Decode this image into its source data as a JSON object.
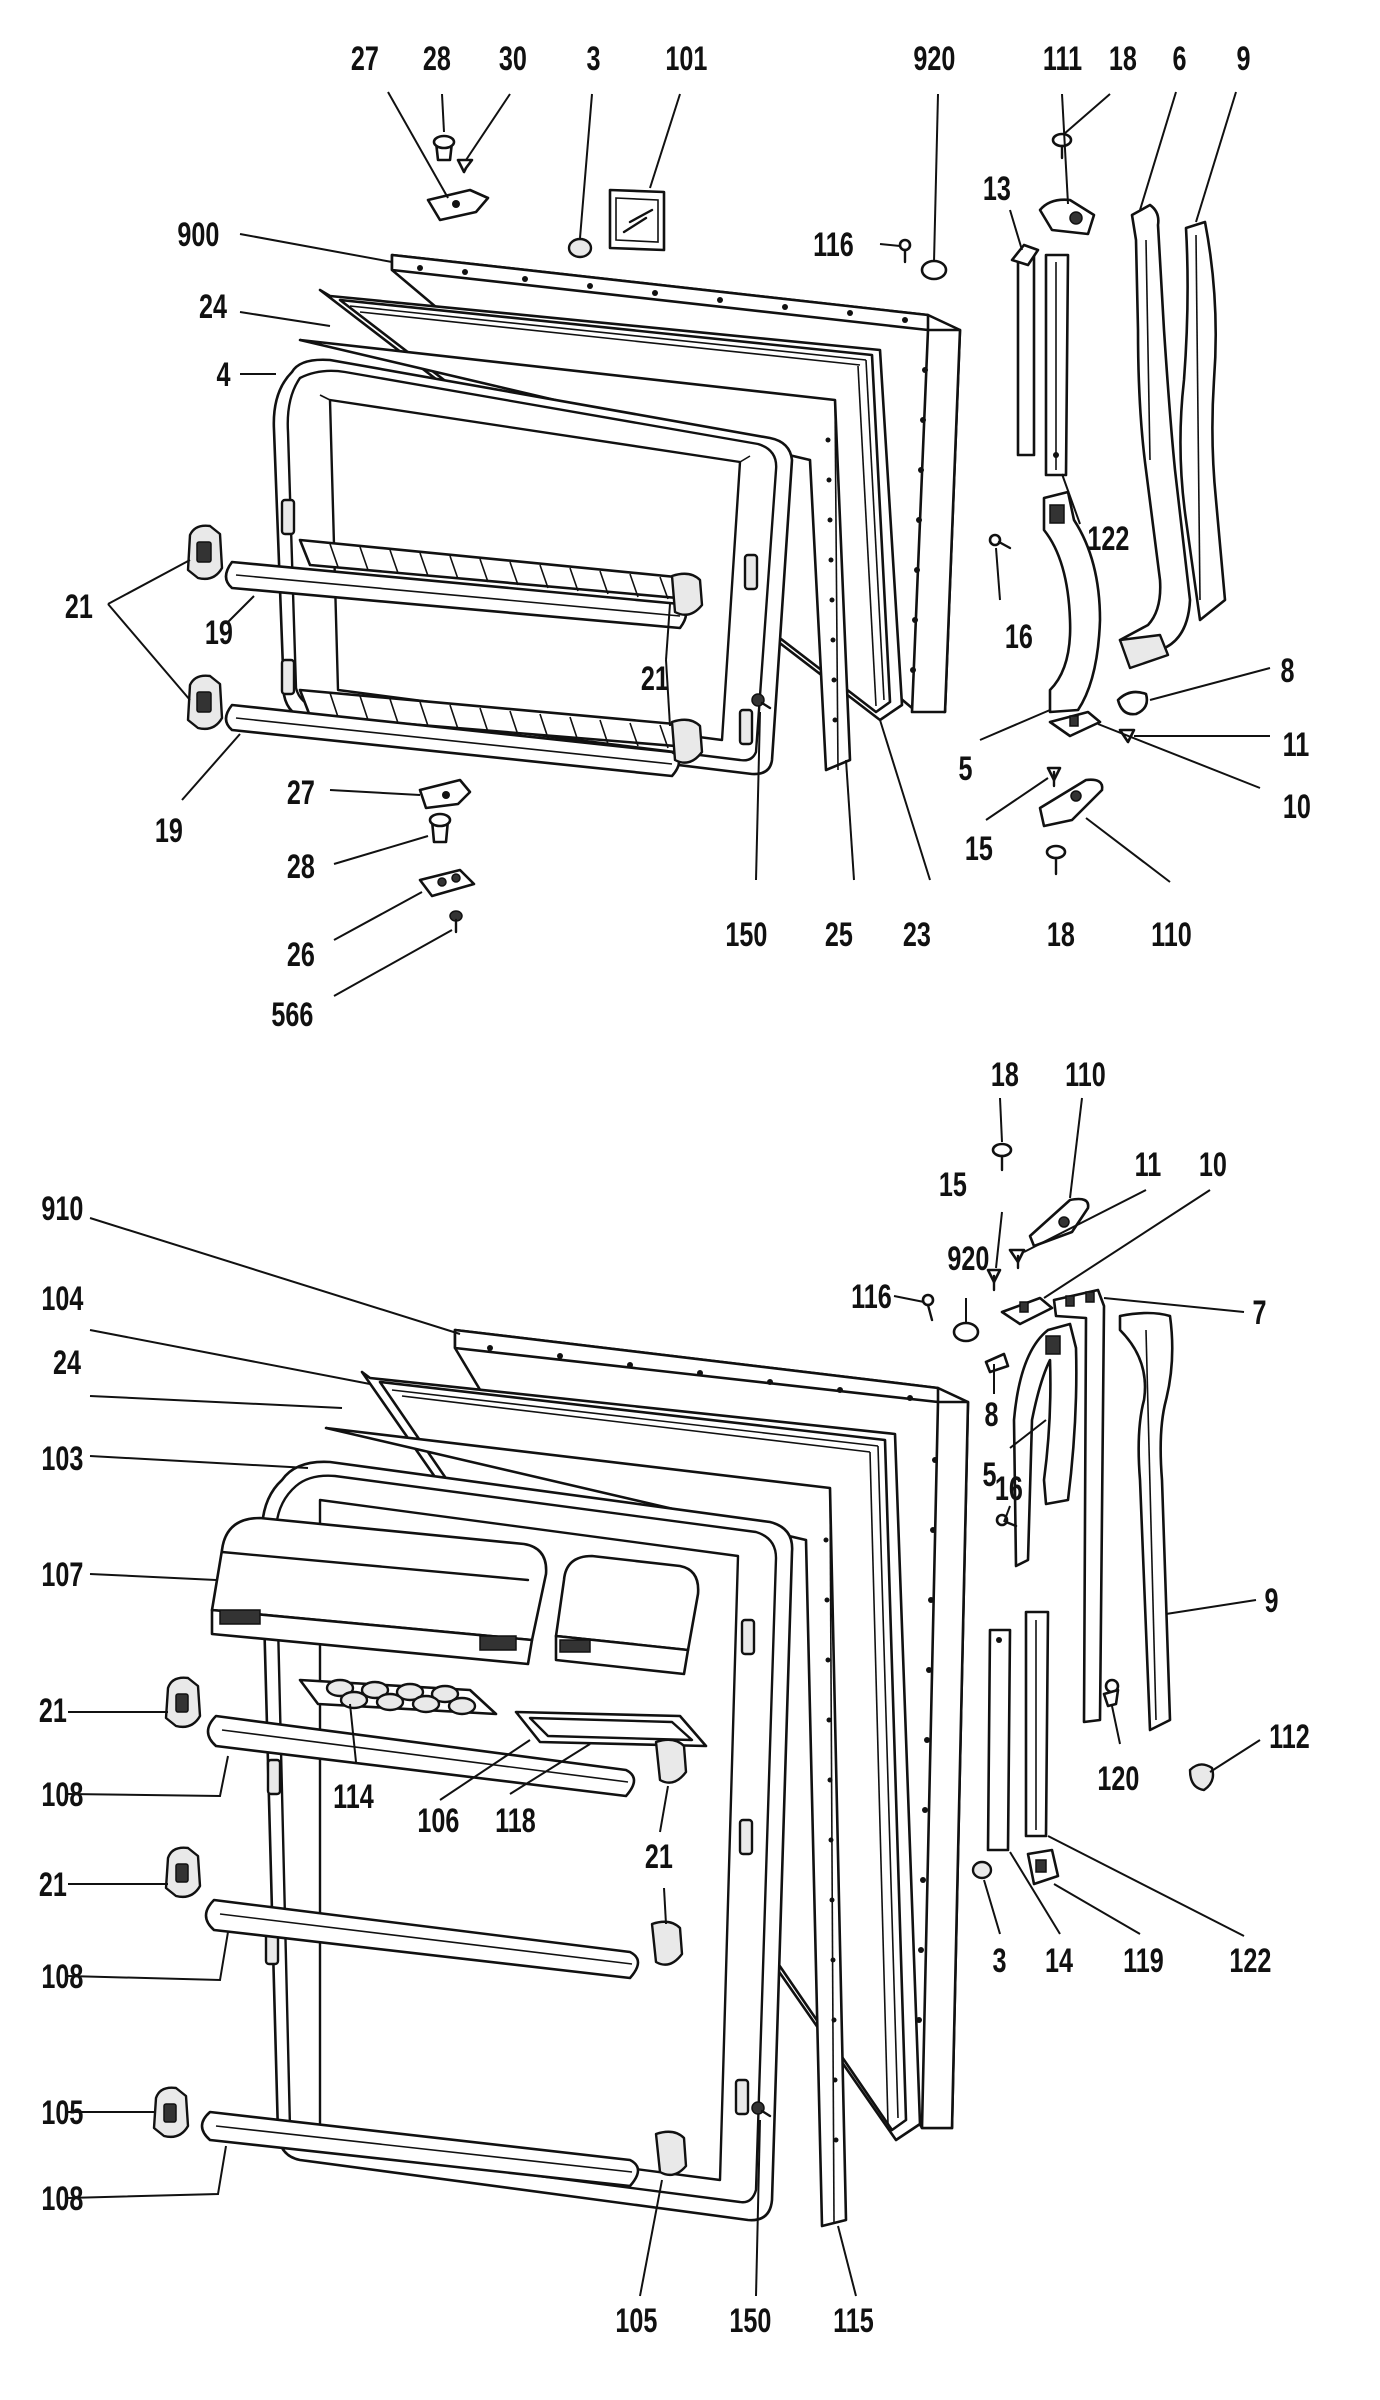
{
  "callouts": {
    "l27a": "27",
    "l28a": "28",
    "l30": "30",
    "l3a": "3",
    "l101": "101",
    "l920a": "920",
    "l111": "111",
    "l18a": "18",
    "l6": "6",
    "l9a": "9",
    "l900": "900",
    "l116a": "116",
    "l13": "13",
    "l24a": "24",
    "l4": "4",
    "l122a": "122",
    "l21a": "21",
    "l19a": "19",
    "l16a": "16",
    "l21b": "21",
    "l8a": "8",
    "l5a": "5",
    "l11a": "11",
    "l10a": "10",
    "l27b": "27",
    "l15a": "15",
    "l28b": "28",
    "l19b": "19",
    "l26": "26",
    "l150a": "150",
    "l25": "25",
    "l23": "23",
    "l18b": "18",
    "l110a": "110",
    "l566": "566",
    "l18c": "18",
    "l110b": "110",
    "l15b": "15",
    "l11b": "11",
    "l10b": "10",
    "l910": "910",
    "l920b": "920",
    "l116b": "116",
    "l7": "7",
    "l104": "104",
    "l24b": "24",
    "l8b": "8",
    "l103": "103",
    "l5b": "5",
    "l16b": "16",
    "l107": "107",
    "l9b": "9",
    "l21c": "21",
    "l112": "112",
    "l108a": "108",
    "l114": "114",
    "l106": "106",
    "l118": "118",
    "l21d": "21",
    "l120": "120",
    "l21e": "21",
    "l3b": "3",
    "l14": "14",
    "l119": "119",
    "l122b": "122",
    "l108b": "108",
    "l105a": "105",
    "l108c": "108",
    "l105b": "105",
    "l150b": "150",
    "l115": "115"
  }
}
